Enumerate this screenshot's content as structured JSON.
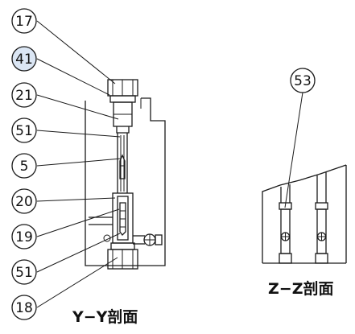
{
  "balloons": [
    {
      "label": "17",
      "fill": "#ffffff"
    },
    {
      "label": "41",
      "fill": "#dbe6f4"
    },
    {
      "label": "21",
      "fill": "#ffffff"
    },
    {
      "label": "51",
      "fill": "#ffffff"
    },
    {
      "label": "5",
      "fill": "#ffffff"
    },
    {
      "label": "20",
      "fill": "#ffffff"
    },
    {
      "label": "19",
      "fill": "#ffffff"
    },
    {
      "label": "51",
      "fill": "#ffffff"
    },
    {
      "label": "18",
      "fill": "#ffffff"
    },
    {
      "label": "53",
      "fill": "#ffffff"
    }
  ],
  "titles": {
    "left": "Y−Y剖面",
    "right": "Z−Z剖面"
  }
}
